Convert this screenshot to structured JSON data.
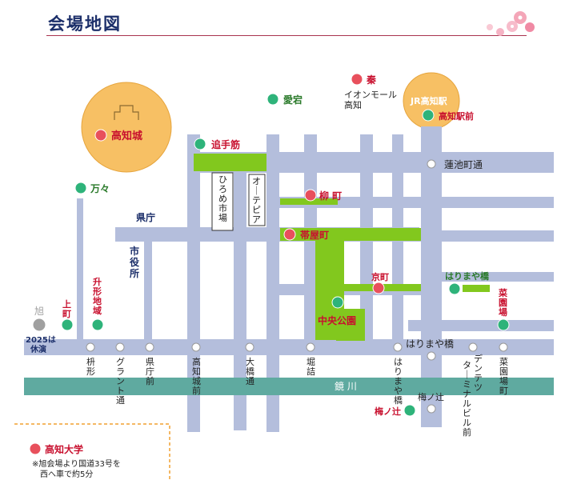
{
  "header": {
    "title": "会場地図"
  },
  "colors": {
    "road": "#b4bedc",
    "street": "#82c81e",
    "river": "#5faaa0",
    "pink_label": "#c8102e",
    "green_label": "#2a7a2a",
    "navy_label": "#1c2f6a",
    "marker_red": "#e8505c",
    "marker_green": "#2eb37a",
    "marker_gray": "#a0a0a0",
    "landmark_circle": "#f7c064",
    "accent_line": "#a8324f"
  },
  "landmarks": {
    "kochi_castle": "高知城",
    "jr_station": "JR高知駅"
  },
  "stops": {
    "hata": "秦",
    "aeon": "イオンモール\n高知",
    "atago": "愛宕",
    "kochi_eki_mae": "高知駅前",
    "kochi_jo": "高知城",
    "otesuji": "追手筋",
    "mandai": "万々",
    "yanagi_machi": "柳 町",
    "obiyamachi": "帯屋町",
    "kyomachi": "京町",
    "harimaya_bashi_street": "はりまや橋",
    "chuo_koen": "中央公園",
    "kamimachi": "上町",
    "masugata_chiiki": "升形地域",
    "asahi": "旭",
    "asahi_note": "2025は\n休演",
    "saienba": "菜園場",
    "umenotsuji_green": "梅ノ辻",
    "kochi_daigaku": "高知大学"
  },
  "roads": {
    "hasuike": "蓮池町通",
    "kencho": "県庁",
    "shiyakusho": "市役所",
    "hirome": "ひろめ市場",
    "obiya": "オーテピア",
    "kagami_river": "鏡 川",
    "harimaya_bashi_tram": "はりまや橋"
  },
  "tram_stops": {
    "masugata": "枡形",
    "grand": "グラント通",
    "kencho_mae": "県庁前",
    "kochi_jo_mae": "高知城前",
    "ohashi": "大橋通",
    "horizume": "堀詰",
    "harimaya": "はりまや橋",
    "dentetsu": "デンテツ\nターミナルビル前",
    "saienba_cho": "菜園場町",
    "umenotsuji": "梅ノ辻"
  },
  "note": {
    "line1": "※旭会場より国道33号を",
    "line2": "　西へ車で約5分"
  }
}
